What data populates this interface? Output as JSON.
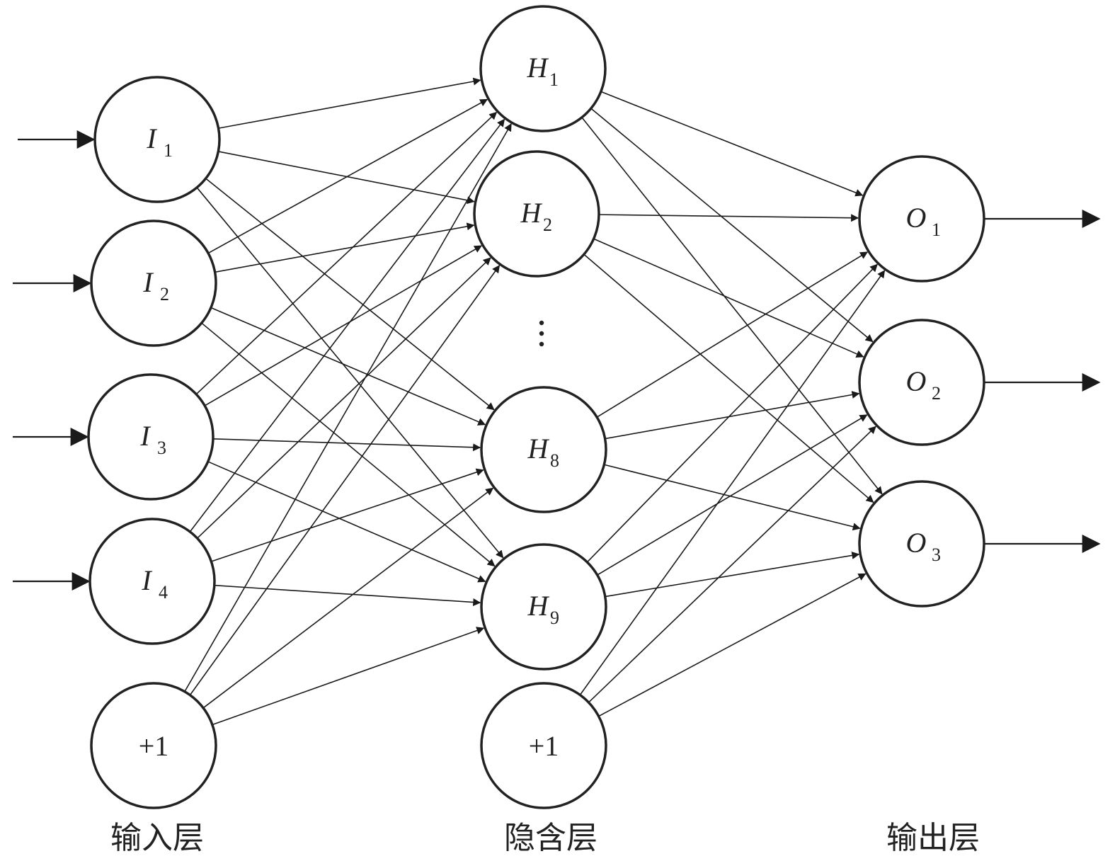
{
  "layers": {
    "input": {
      "title": "输入层",
      "nodes": [
        {
          "id": "I1",
          "main": "I",
          "sub": "1"
        },
        {
          "id": "I2",
          "main": "I",
          "sub": "2"
        },
        {
          "id": "I3",
          "main": "I",
          "sub": "3"
        },
        {
          "id": "I4",
          "main": "I",
          "sub": "4"
        }
      ],
      "bias": "+1"
    },
    "hidden": {
      "title": "隐含层",
      "nodes": [
        {
          "id": "H1",
          "main": "H",
          "sub": "1"
        },
        {
          "id": "H2",
          "main": "H",
          "sub": "2"
        },
        {
          "id": "H8",
          "main": "H",
          "sub": "8"
        },
        {
          "id": "H9",
          "main": "H",
          "sub": "9"
        }
      ],
      "ellipsis": "⋮",
      "bias": "+1"
    },
    "output": {
      "title": "输出层",
      "nodes": [
        {
          "id": "O1",
          "main": "O",
          "sub": "1"
        },
        {
          "id": "O2",
          "main": "O",
          "sub": "2"
        },
        {
          "id": "O3",
          "main": "O",
          "sub": "3"
        }
      ]
    }
  },
  "connections": "fully-connected input+bias → hidden; hidden+bias → output"
}
